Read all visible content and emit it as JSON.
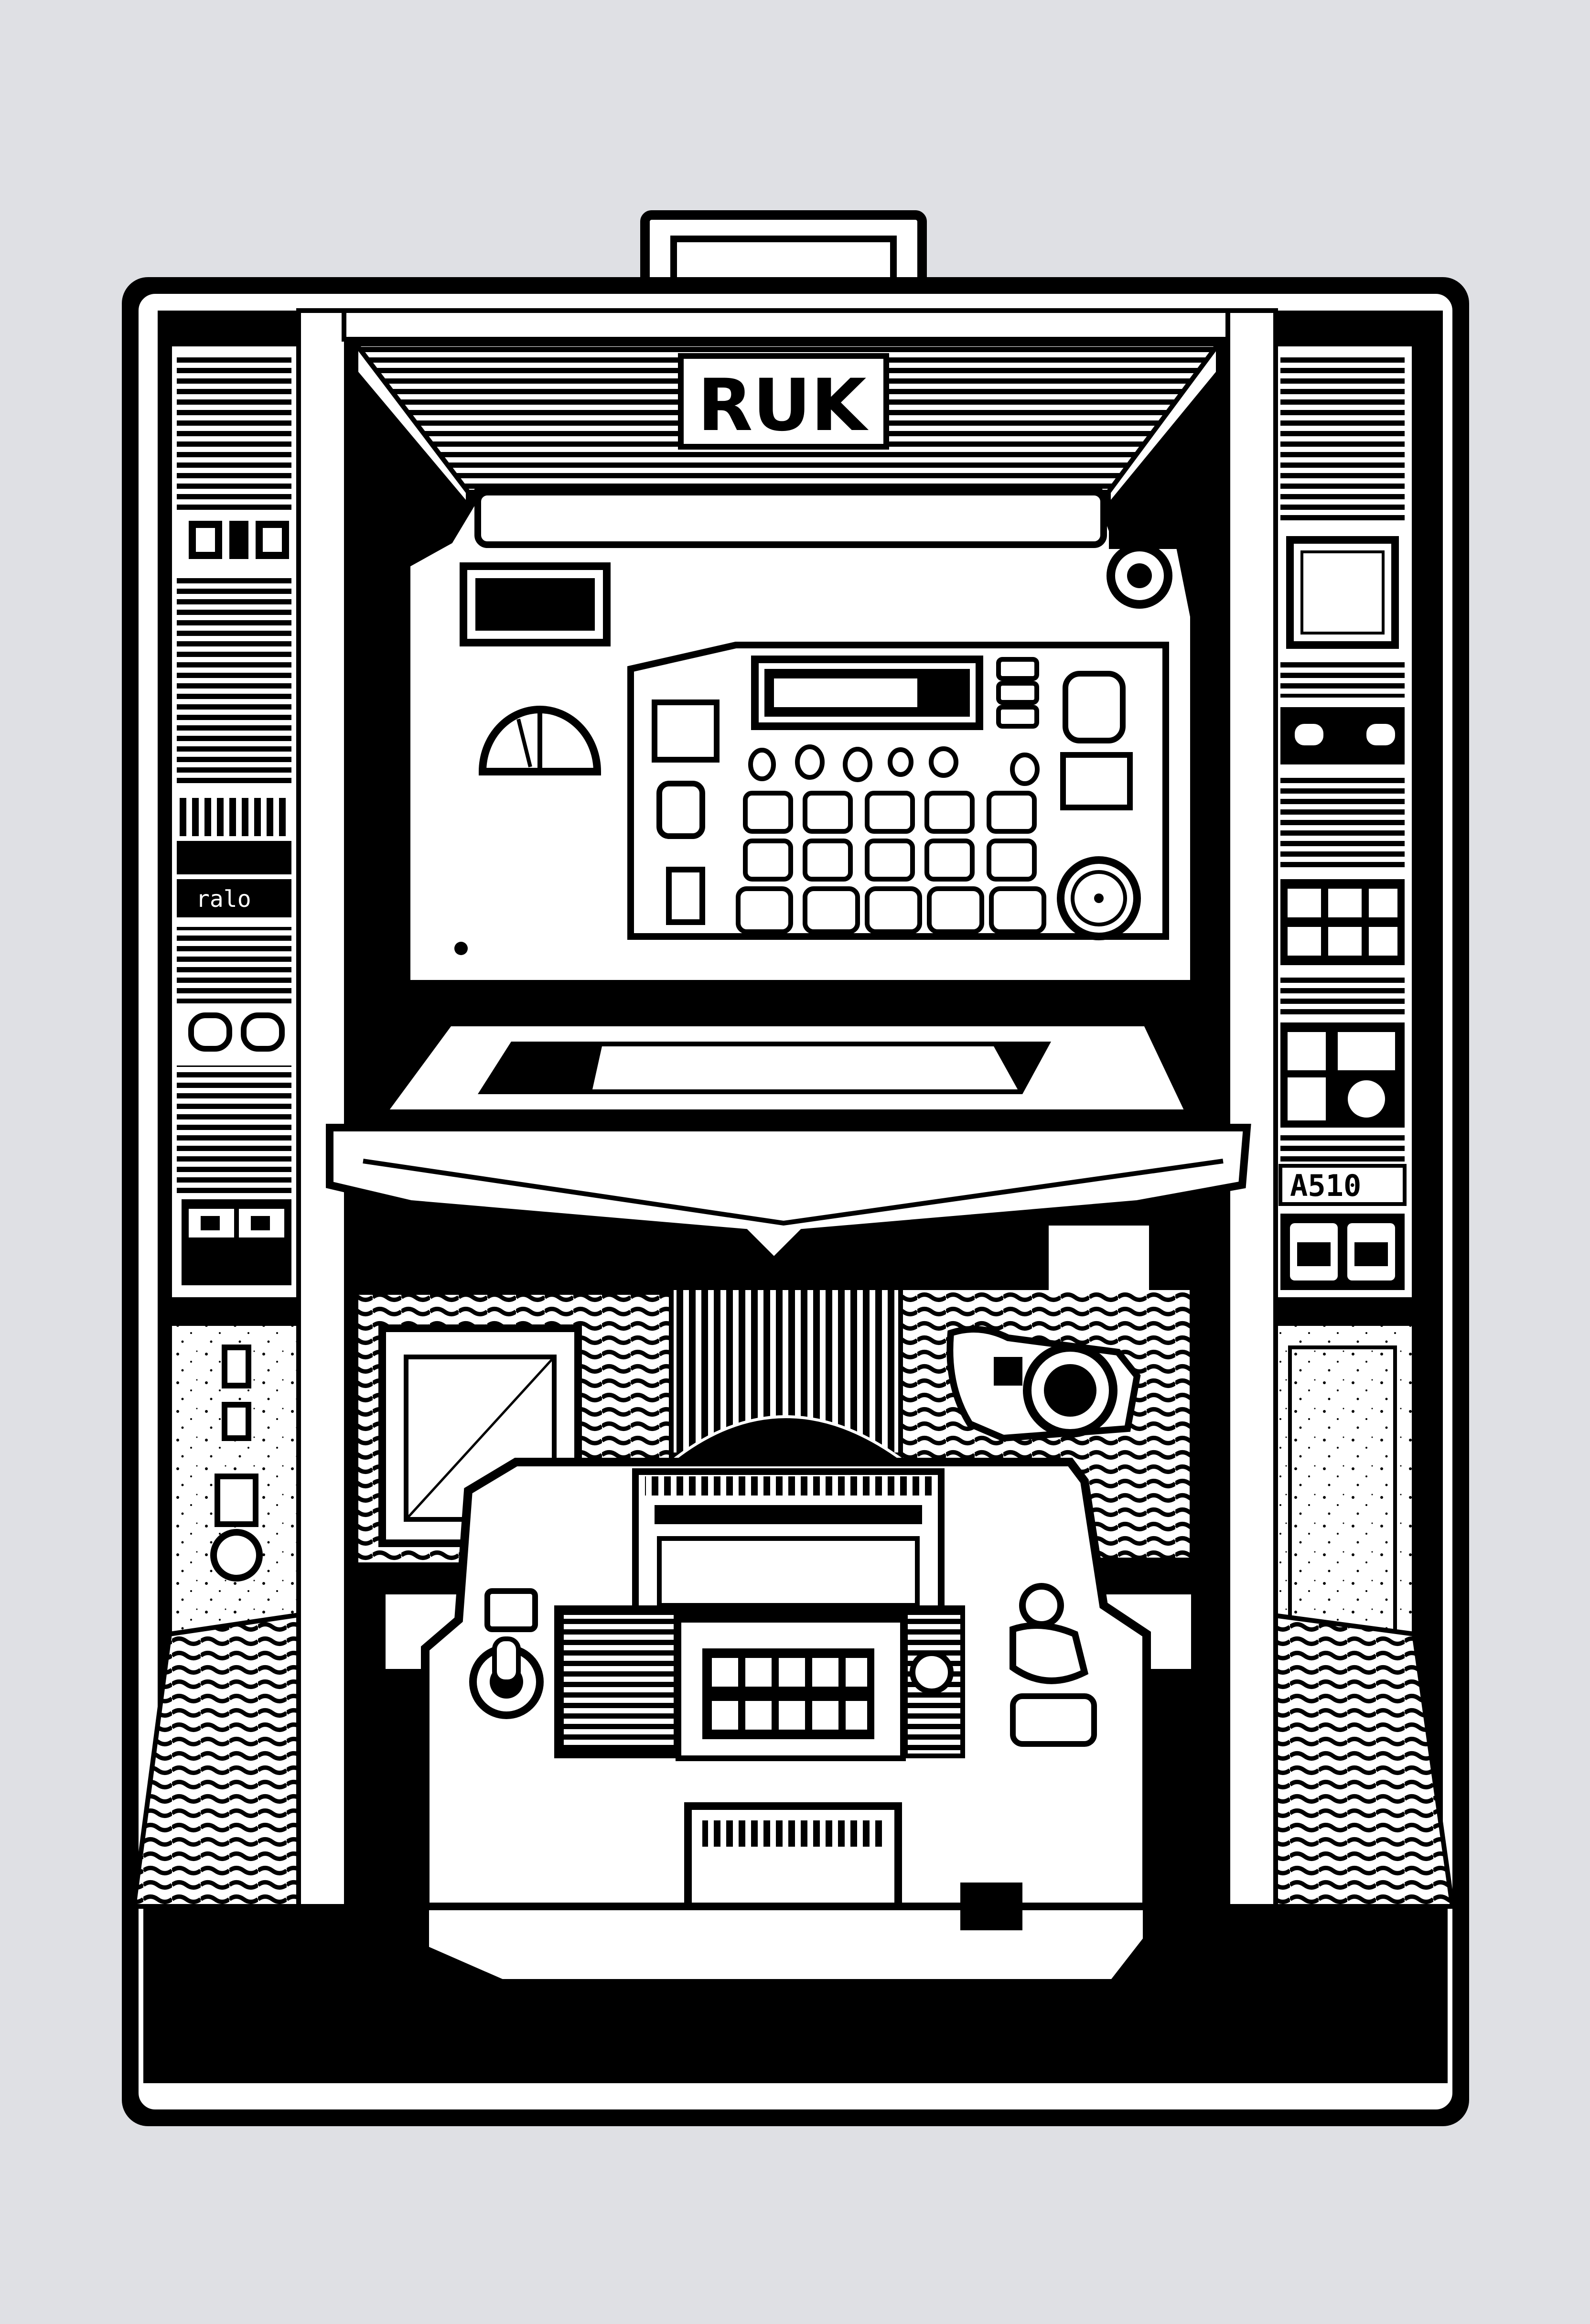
{
  "illustration": {
    "sign_text": "RUK",
    "right_panel_label": "A510",
    "left_panel_label": "ralo"
  },
  "colors": {
    "ink": "#000000",
    "paper": "#ffffff",
    "background": "#dfe0e4"
  },
  "icons": [
    "phone-handset-icon",
    "keypad-icon",
    "dial-knob-icon",
    "speaker-grille-icon",
    "camera-lens-icon"
  ]
}
